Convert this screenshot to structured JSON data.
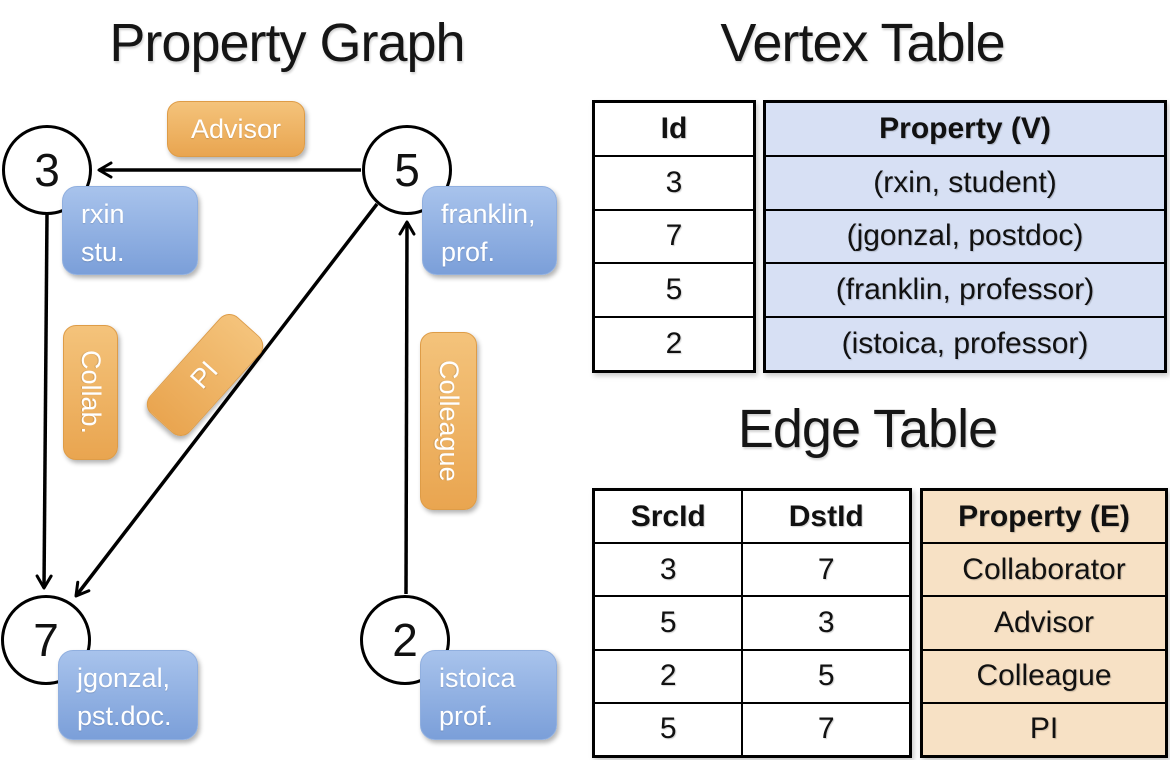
{
  "titles": {
    "graph": "Property Graph",
    "vertex_table": "Vertex Table",
    "edge_table": "Edge Table"
  },
  "graph": {
    "vertices": [
      {
        "id": "3",
        "line1": "rxin",
        "line2": "stu."
      },
      {
        "id": "5",
        "line1": "franklin,",
        "line2": "prof."
      },
      {
        "id": "7",
        "line1": "jgonzal,",
        "line2": "pst.doc."
      },
      {
        "id": "2",
        "line1": "istoica",
        "line2": "prof."
      }
    ],
    "edge_labels": {
      "advisor": "Advisor",
      "collab": "Collab.",
      "pi": "PI",
      "colleague": "Colleague"
    }
  },
  "vertex_table": {
    "headers": {
      "id": "Id",
      "property": "Property (V)"
    },
    "rows": [
      {
        "id": "3",
        "property": "(rxin, student)"
      },
      {
        "id": "7",
        "property": "(jgonzal, postdoc)"
      },
      {
        "id": "5",
        "property": "(franklin, professor)"
      },
      {
        "id": "2",
        "property": "(istoica, professor)"
      }
    ]
  },
  "edge_table": {
    "headers": {
      "src": "SrcId",
      "dst": "DstId",
      "property": "Property (E)"
    },
    "rows": [
      {
        "src": "3",
        "dst": "7",
        "property": "Collaborator"
      },
      {
        "src": "5",
        "dst": "3",
        "property": "Advisor"
      },
      {
        "src": "2",
        "dst": "5",
        "property": "Colleague"
      },
      {
        "src": "5",
        "dst": "7",
        "property": "PI"
      }
    ]
  },
  "colors": {
    "edge_label_orange": "#EDAD5C",
    "vertex_label_blue": "#8FAEDC",
    "vertex_table_fill": "#D7E0F4",
    "edge_table_fill": "#F7E1C5",
    "line_black": "#000000"
  }
}
